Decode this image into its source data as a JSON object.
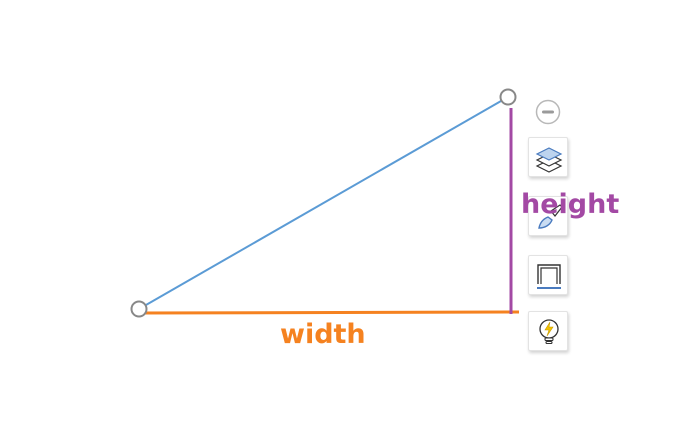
{
  "diagram": {
    "width_label": "width",
    "height_label": "height",
    "colors": {
      "hypotenuse": "#5b9bd5",
      "width": "#f58220",
      "height": "#a349a4",
      "handle": "#888888"
    }
  },
  "toolbar": {
    "collapse_icon": "minus-circle-icon",
    "tools": [
      {
        "name": "layers-tool",
        "icon": "layers-icon"
      },
      {
        "name": "style-tool",
        "icon": "paint-brush-icon"
      },
      {
        "name": "frame-tool",
        "icon": "frame-icon"
      },
      {
        "name": "ideas-tool",
        "icon": "lightbulb-icon"
      }
    ]
  }
}
